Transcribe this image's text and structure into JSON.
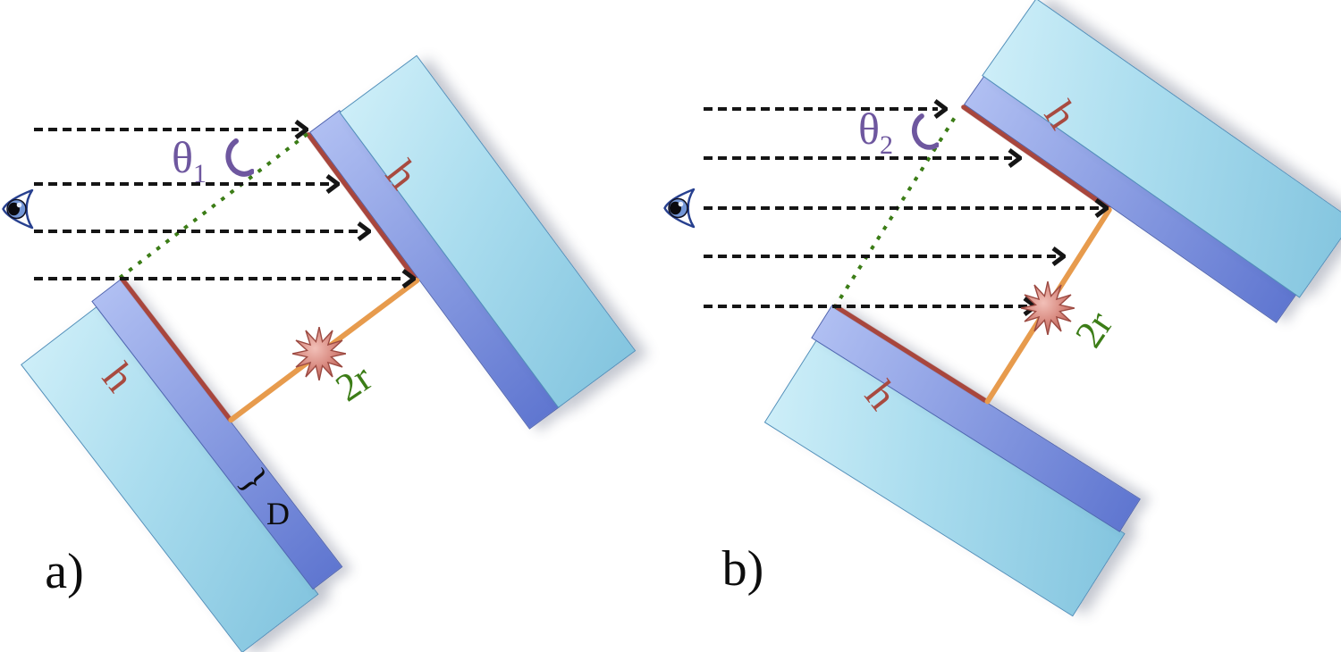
{
  "colors": {
    "slab_face": "#cdeef8",
    "slab_face_deep": "#84c5df",
    "slab_edge": "#b0bff2",
    "slab_edge_deep": "#5f76d0",
    "mirror_red": "#a8463d",
    "cavity_orange": "#e79b4d",
    "ray_green": "#3c7d17",
    "angle_purple": "#6e579f",
    "label_red": "#a84a40",
    "ink": "#151515"
  },
  "panel_a": {
    "label": "a)",
    "angle_symbol": "θ",
    "angle_subscript": "1",
    "upper_mirror_height_label": "h",
    "lower_mirror_height_label": "h",
    "separation_label": "2r",
    "substrate_thickness_label": "D",
    "thickness_brace": "}",
    "ray_count": 4
  },
  "panel_b": {
    "label": "b)",
    "angle_symbol": "θ",
    "angle_subscript": "2",
    "upper_mirror_height_label": "h",
    "lower_mirror_height_label": "h",
    "separation_label": "2r",
    "ray_count": 5
  }
}
